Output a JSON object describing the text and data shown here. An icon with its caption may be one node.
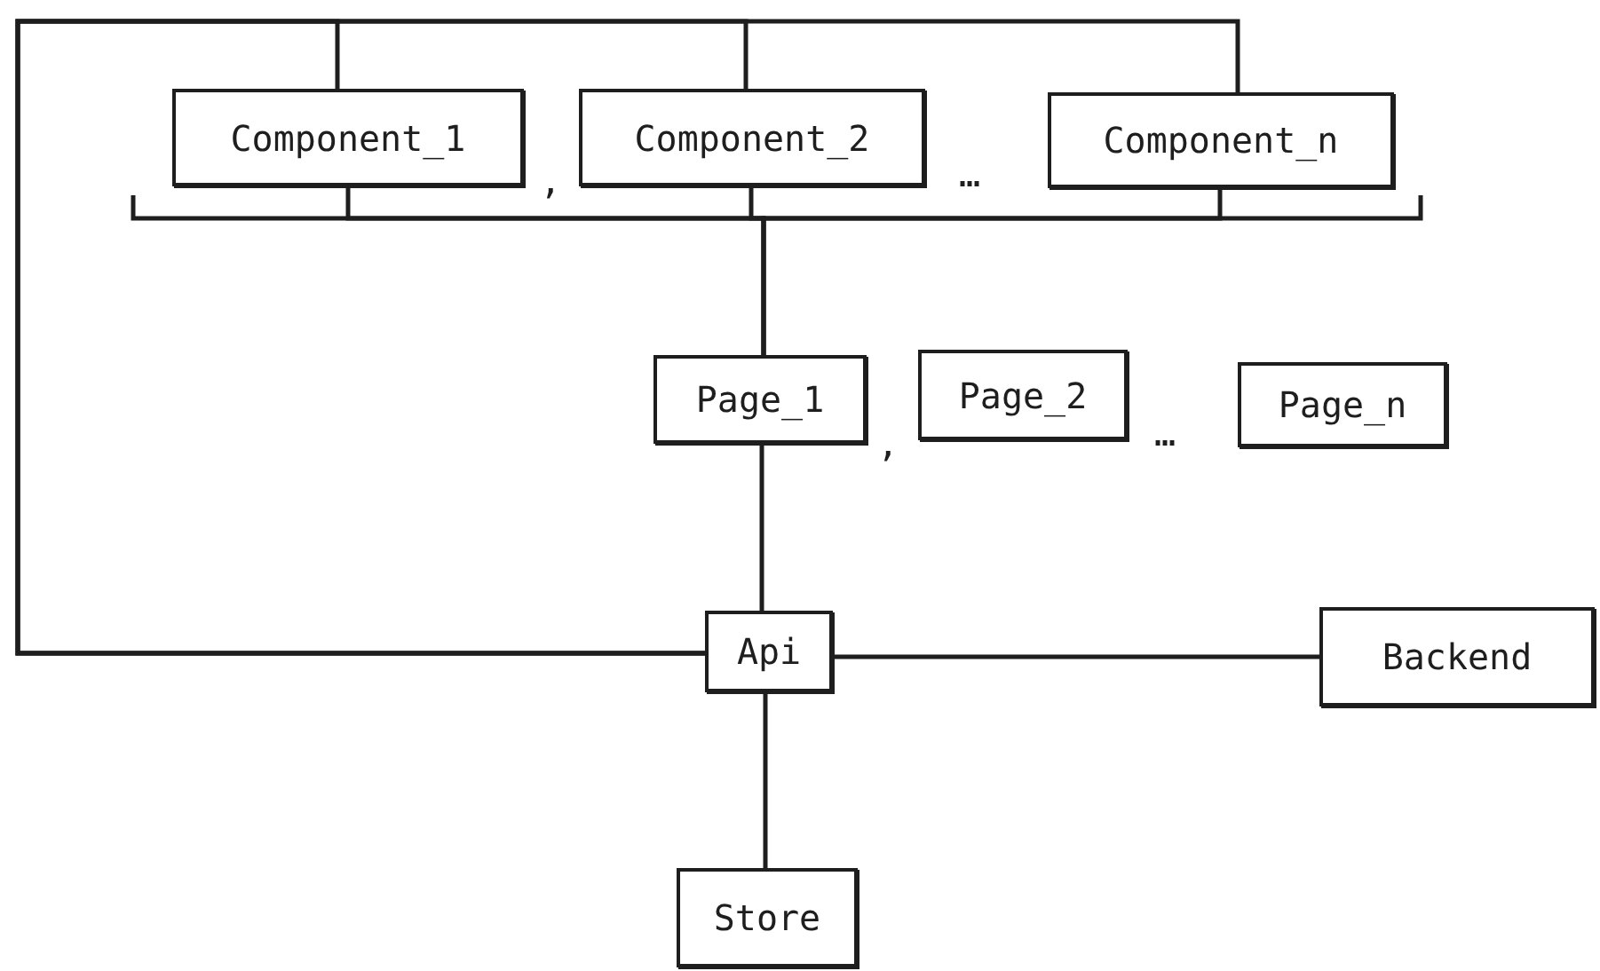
{
  "diagram": {
    "nodes": [
      {
        "text": [
          "Component_1"
        ]
      },
      {
        "text": [
          "Component_2"
        ]
      },
      {
        "text": [
          "Component_n"
        ]
      },
      {
        "text": [
          "Page_1"
        ]
      },
      {
        "text": [
          "Page_2"
        ]
      },
      {
        "text": [
          "Page_n"
        ]
      },
      {
        "text": [
          "Api"
        ]
      },
      {
        "text": [
          "Backend"
        ]
      },
      {
        "text": [
          "Store"
        ]
      }
    ],
    "edges": [
      {
        "from": 0,
        "to": 3,
        "arrow": "none"
      },
      {
        "from": 1,
        "to": 3,
        "arrow": "none"
      },
      {
        "from": 2,
        "to": 3,
        "arrow": "none"
      },
      {
        "from": 3,
        "to": 6,
        "arrow": "none"
      },
      {
        "from": 6,
        "to": 7,
        "arrow": "none"
      },
      {
        "from": 6,
        "to": 8,
        "arrow": "none"
      },
      {
        "from": 6,
        "to": 0,
        "arrow": "none"
      },
      {
        "from": 6,
        "to": 1,
        "arrow": "none"
      },
      {
        "from": 6,
        "to": 2,
        "arrow": "none"
      }
    ],
    "labels": [
      ",",
      "…",
      ",",
      "…"
    ]
  }
}
